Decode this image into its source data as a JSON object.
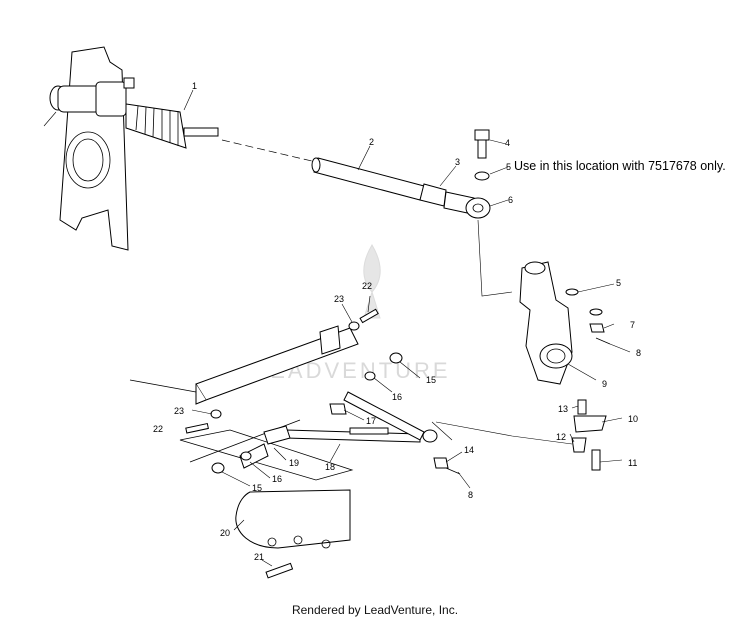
{
  "diagram": {
    "note": "Use in this location with 7517678 only.",
    "footer": "Rendered by LeadVenture, Inc.",
    "watermark": {
      "text": "LEADVENTURE",
      "icon": "flame-icon"
    },
    "callouts": {
      "c1": "1",
      "c2": "2",
      "c3": "3",
      "c4": "4",
      "c5a": "5",
      "c6": "6",
      "c5b": "5",
      "c7": "7",
      "c8a": "8",
      "c9": "9",
      "c10": "10",
      "c11": "11",
      "c12": "12",
      "c13": "13",
      "c14": "14",
      "c8b": "8",
      "c23a": "23",
      "c22a": "22",
      "c15a": "15",
      "c16a": "16",
      "c17": "17",
      "c23b": "23",
      "c22b": "22",
      "c19": "19",
      "c18": "18",
      "c16b": "16",
      "c15b": "15",
      "c20": "20",
      "c21": "21"
    }
  }
}
